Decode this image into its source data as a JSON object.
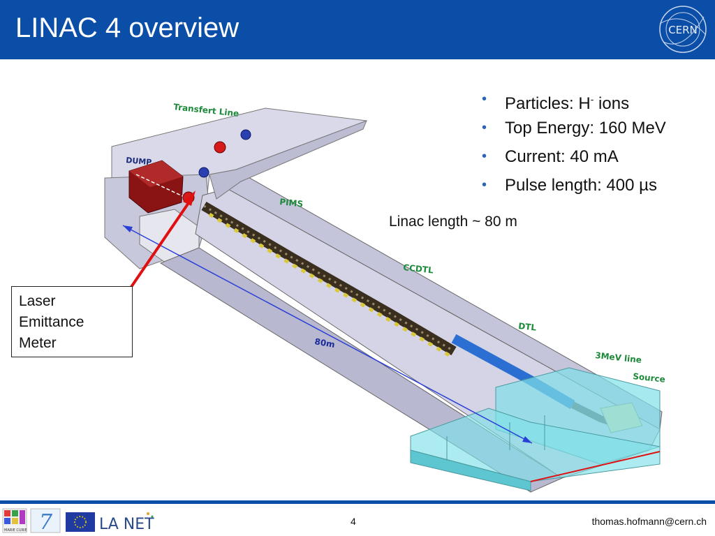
{
  "slide": {
    "title": "LINAC 4 overview",
    "logo_text": "CERN",
    "page_number": "4",
    "author_email": "thomas.hofmann@cern.ch"
  },
  "bullets": [
    {
      "label": "Particles: H",
      "superscript": "-",
      "suffix": " ions"
    },
    {
      "label": "Top Energy: 160 MeV"
    },
    {
      "label": "Current: 40 mA"
    },
    {
      "label": "Pulse length: 400 µs"
    }
  ],
  "linac_length": "Linac length ~ 80 m",
  "laser_box": {
    "line1": "Laser",
    "line2": "Emittance",
    "line3": "Meter"
  },
  "diagram_labels": {
    "transfer_line": "Transfert Line",
    "dump": "DUMP",
    "pims": "PIMS",
    "ccdtl": "CCDTL",
    "dtl": "DTL",
    "line_3mev": "3MeV line",
    "source": "Source",
    "length": "80m"
  },
  "footer_logos": {
    "marie_curie": "MARIE CURIE",
    "fp7": "7",
    "lanet": "LA NET"
  },
  "colors": {
    "header_blue": "#0a4ea8",
    "label_green": "#1c8a3a",
    "arrow_red": "#e01010",
    "dimension_blue": "#2a3fd6",
    "tunnel_fill": "#d9d9ea",
    "cyan_building": "#80e0e8"
  }
}
